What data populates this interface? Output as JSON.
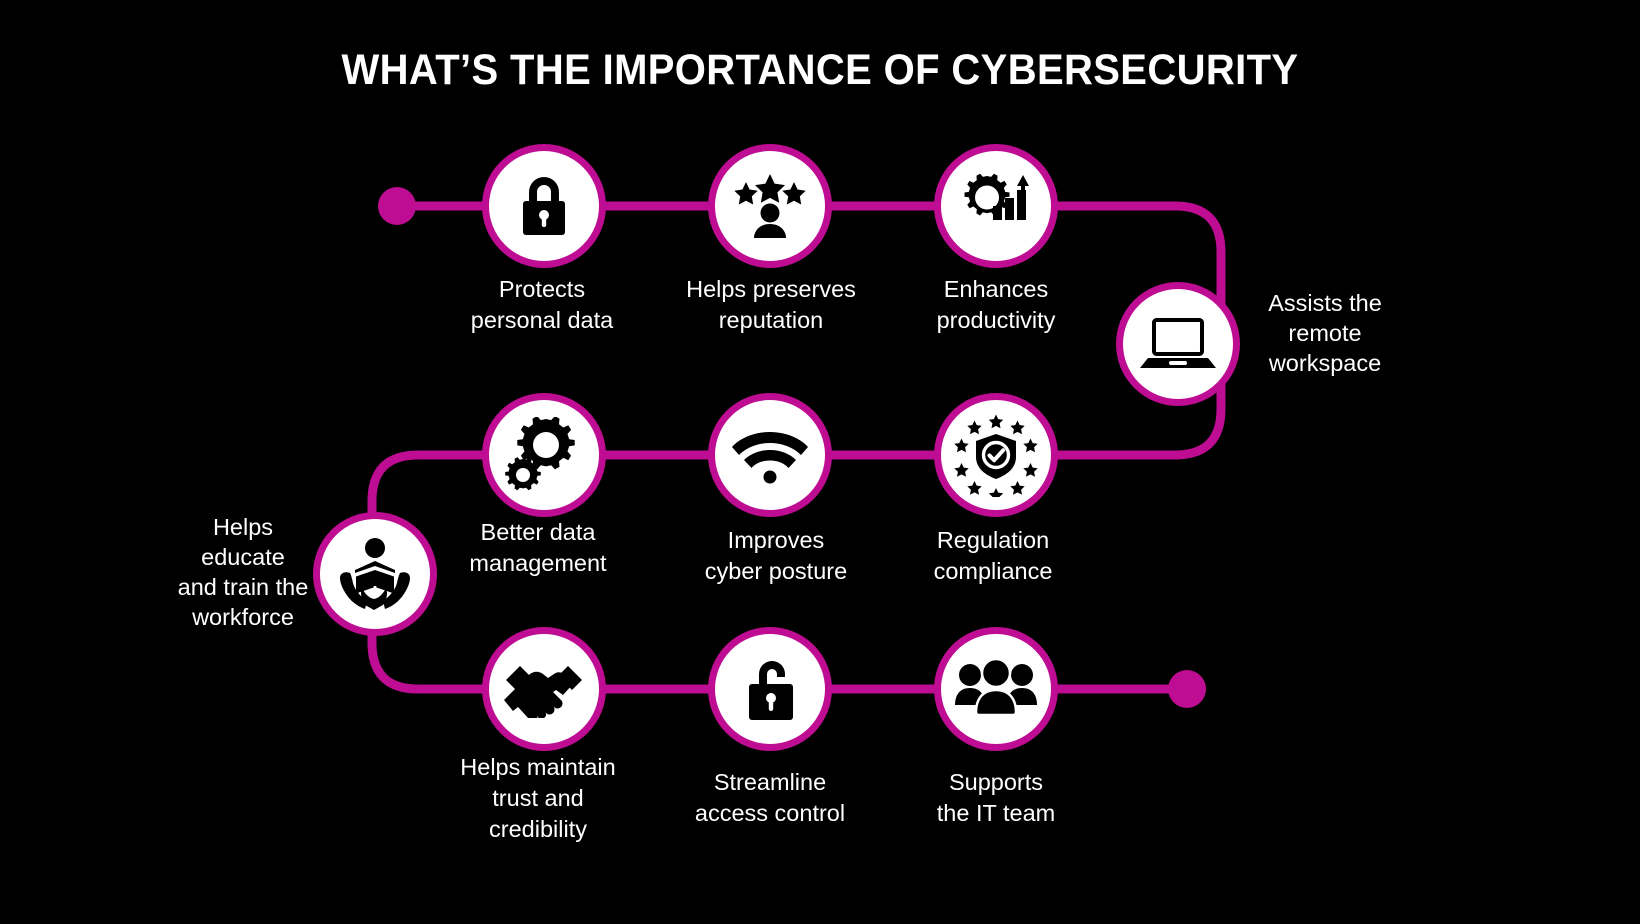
{
  "title": "WHAT’S THE IMPORTANCE OF CYBERSECURITY",
  "colors": {
    "background": "#000000",
    "accent": "#BE0C93",
    "circle_fill": "#FFFFFF",
    "icon": "#000000",
    "text": "#FFFFFF"
  },
  "nodes": [
    {
      "id": "protects-personal-data",
      "icon": "padlock-closed-icon",
      "label": "Protects\npersonal data"
    },
    {
      "id": "helps-preserves-reputation",
      "icon": "person-stars-icon",
      "label": "Helps preserves\nreputation"
    },
    {
      "id": "enhances-productivity",
      "icon": "gear-bar-chart-icon",
      "label": "Enhances\nproductivity"
    },
    {
      "id": "assists-remote-workspace",
      "icon": "laptop-icon",
      "label": "Assists the\nremote\nworkspace"
    },
    {
      "id": "better-data-management",
      "icon": "gears-icon",
      "label": "Better data\nmanagement"
    },
    {
      "id": "improves-cyber-posture",
      "icon": "wifi-signal-icon",
      "label": "Improves\ncyber posture"
    },
    {
      "id": "regulation-compliance",
      "icon": "shield-check-stars-icon",
      "label": "Regulation\ncompliance"
    },
    {
      "id": "helps-educate-workforce",
      "icon": "hands-book-person-icon",
      "label": "Helps\neducate\nand train the\nworkforce"
    },
    {
      "id": "helps-maintain-trust",
      "icon": "handshake-icon",
      "label": "Helps maintain\ntrust and\ncredibility"
    },
    {
      "id": "streamline-access-control",
      "icon": "padlock-open-icon",
      "label": "Streamline\naccess control"
    },
    {
      "id": "supports-it-team",
      "icon": "group-people-icon",
      "label": "Supports\nthe IT team"
    }
  ]
}
